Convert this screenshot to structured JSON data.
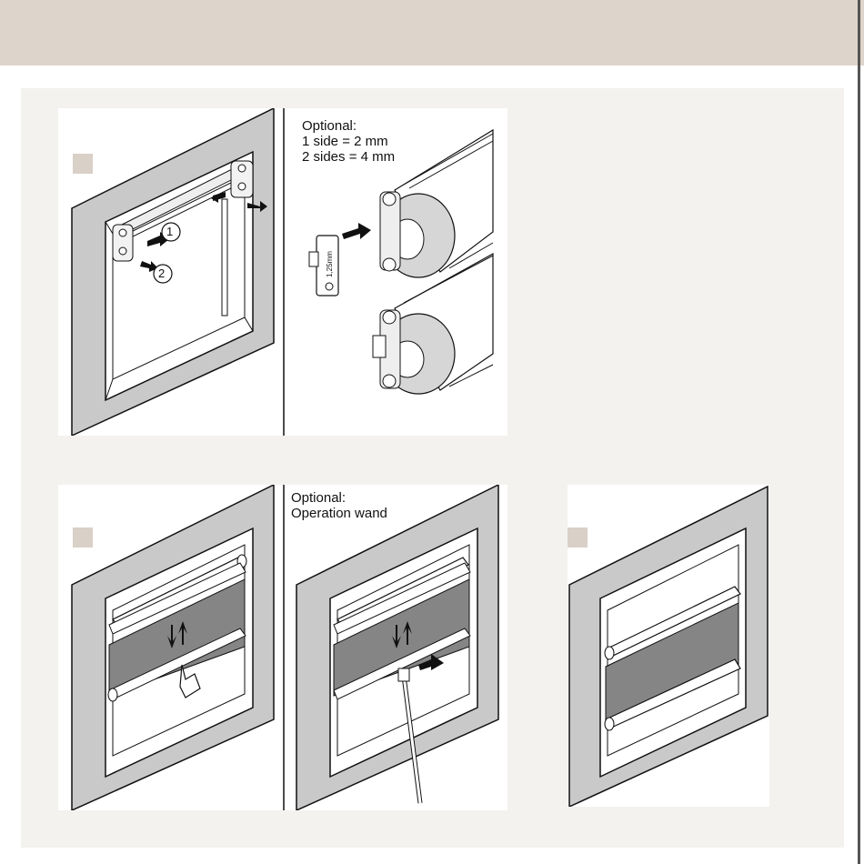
{
  "colors": {
    "header_band": "#ddd4cb",
    "panel_background": "#f3f2ef",
    "frame_gray": "#c9c9c9",
    "shade_fabric": "#858585",
    "step_marker": "#d9d0c7"
  },
  "step1": {
    "caption_lines": [
      "Optional:",
      "1 side = 2 mm",
      "2 sides = 4 mm"
    ],
    "callout_1": "1",
    "callout_2": "2",
    "spacer_label": "1,25mm"
  },
  "step2": {
    "caption_lines": [
      "Optional:",
      "Operation wand"
    ]
  }
}
